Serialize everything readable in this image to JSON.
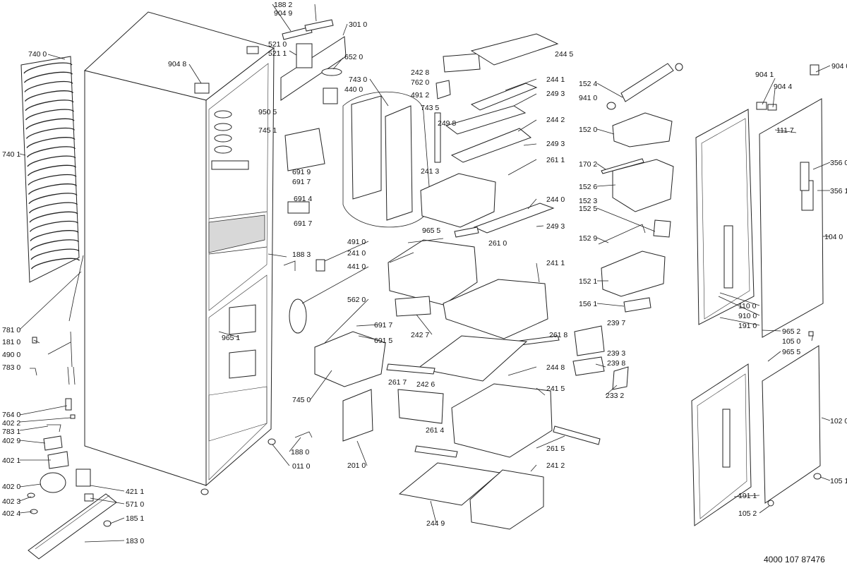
{
  "diagram_code": "4000 107 87476",
  "callouts": {
    "c7400": "740 0",
    "c7401": "740 1",
    "c7810": "781 0",
    "c1810": "181 0",
    "c4900": "490 0",
    "c7830": "783 0",
    "c7640": "764 0",
    "c4022": "402 2",
    "c7831": "783 1",
    "c4029": "402 9",
    "c4021": "402 1",
    "c4020": "402 0",
    "c4023": "402 3",
    "c4024": "402 4",
    "c4211": "421 1",
    "c5710": "571 0",
    "c1851": "185 1",
    "c1830": "183 0",
    "c9048": "904 8",
    "c9651": "965 1",
    "c0110": "011 0",
    "c1880": "188 0",
    "c1882": "188 2",
    "c9049": "904 9",
    "c3010": "301 0",
    "c5210": "521 0",
    "c5211": "521 1",
    "c6520": "652 0",
    "c7430": "743 0",
    "c4400": "440 0",
    "c9505": "950 5",
    "c7451": "745 1",
    "c6919": "691 9",
    "c6917a": "691 7",
    "c6914": "691 4",
    "c6917b": "691 7",
    "c1883": "188 3",
    "c4910": "491 0",
    "c4410": "441 0",
    "c5620": "562 0",
    "c6917c": "691 7",
    "c6915": "691 5",
    "c7450": "745 0",
    "c2010": "201 0",
    "c2428": "242 8",
    "c7620": "762 0",
    "c4912": "491 2",
    "c7435": "743 5",
    "c2445": "244 5",
    "c2441": "244 1",
    "c2493a": "249 3",
    "c2498": "249 8",
    "c2442": "244 2",
    "c2493b": "249 3",
    "c2413": "241 3",
    "c2611": "261 1",
    "c2440": "244 0",
    "c2493c": "249 3",
    "c9655a": "965 5",
    "c2610": "261 0",
    "c2410": "241 0",
    "c2411": "241 1",
    "c2427": "242 7",
    "c2618": "261 8",
    "c2448": "244 8",
    "c2617": "261 7",
    "c2426": "242 6",
    "c2415": "241 5",
    "c2614": "261 4",
    "c2615": "261 5",
    "c2412": "241 2",
    "c2449": "244 9",
    "c1524": "152 4",
    "c9410": "941 0",
    "c1520": "152 0",
    "c1702": "170 2",
    "c1526": "152 6",
    "c1523": "152 3",
    "c1525": "152 5",
    "c1529": "152 9",
    "c1521": "152 1",
    "c1561": "156 1",
    "c2397": "239 7",
    "c2393": "239 3",
    "c2398": "239 8",
    "c2332": "233 2",
    "c9041": "904 1",
    "c9044": "904 4",
    "c9040": "904 0",
    "c1117": "111 7",
    "c3560": "356 0",
    "c3561": "356 1",
    "c1040": "104 0",
    "c1100": "110 0",
    "c9100": "910 0",
    "c1910": "191 0",
    "c9652": "965 2",
    "c1050": "105 0",
    "c9655b": "965 5",
    "c1020": "102 0",
    "c1051": "105 1",
    "c1911": "191 1",
    "c1052": "105 2"
  }
}
